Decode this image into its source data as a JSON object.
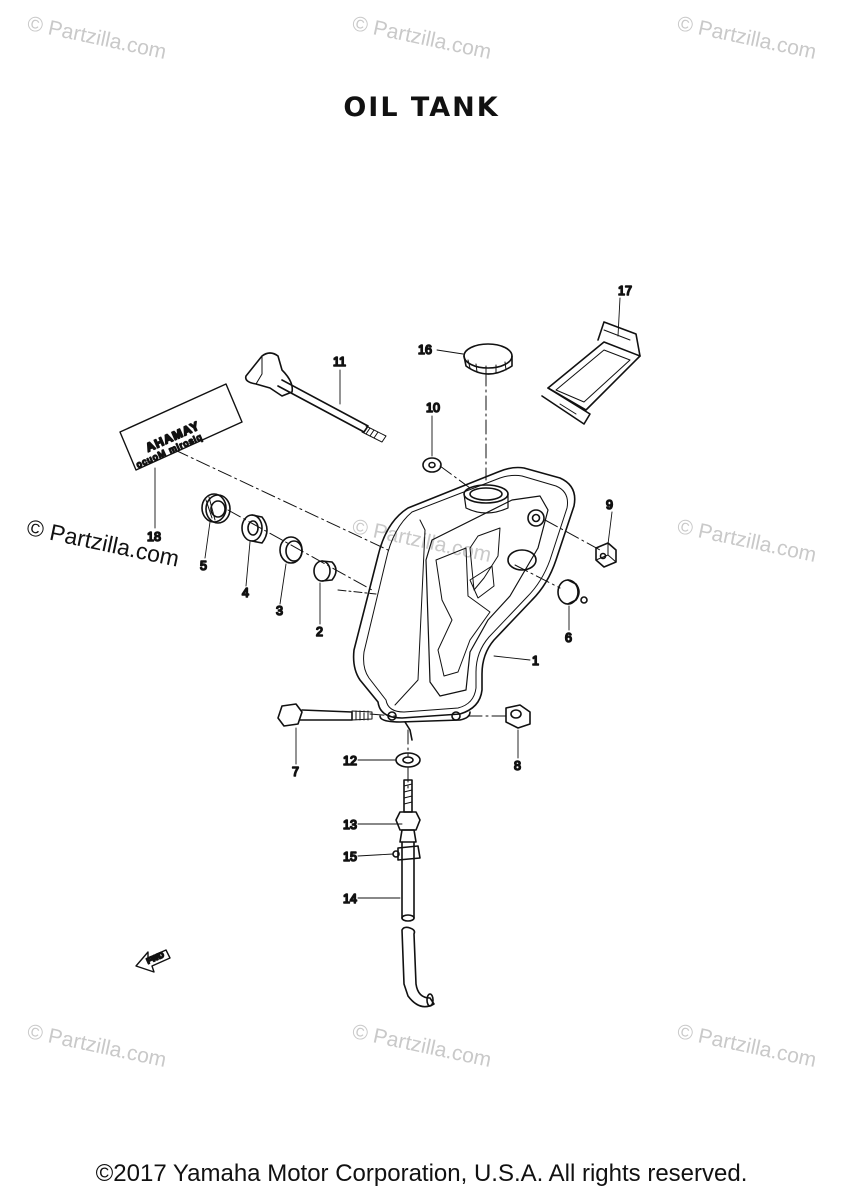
{
  "title": "OIL TANK",
  "watermark": "© Partzilla.com",
  "copyright": "©2017 Yamaha Motor Corporation, U.S.A. All rights reserved.",
  "fwd_label": "FWD",
  "label_text": {
    "line1": "AHAMAY",
    "line2": "ocuoM mirosiq"
  },
  "callouts": [
    "1",
    "2",
    "3",
    "4",
    "5",
    "6",
    "7",
    "8",
    "9",
    "10",
    "11",
    "12",
    "13",
    "14",
    "15",
    "16",
    "17",
    "18"
  ]
}
